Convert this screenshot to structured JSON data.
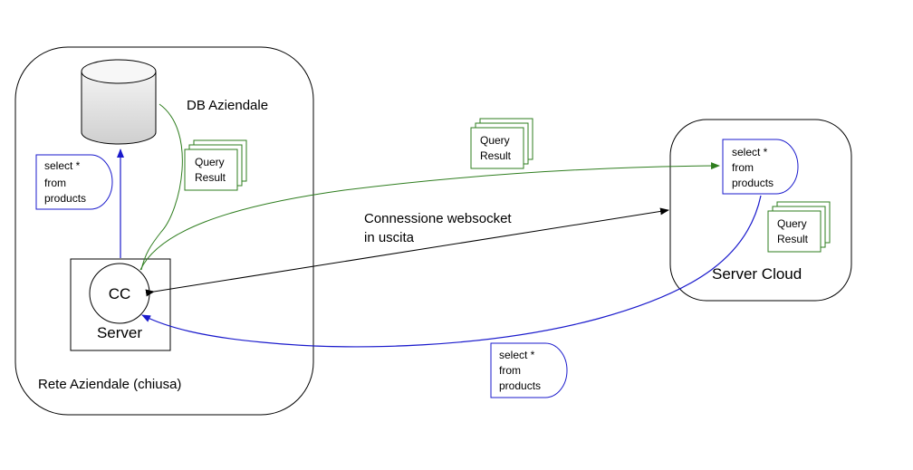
{
  "zones": {
    "corporate_network": {
      "label": "Rete Aziendale (chiusa)",
      "db_label": "DB Aziendale",
      "server_label": "Server",
      "cc_label": "CC"
    },
    "cloud": {
      "label": "Server Cloud"
    }
  },
  "connection": {
    "label_line1": "Connessione websocket",
    "label_line2": "in uscita"
  },
  "query_card": {
    "line1": "select *",
    "line2": "from",
    "line3": "products",
    "color": "#1a1acc"
  },
  "result_stack": {
    "line1": "Query",
    "line2": "Result",
    "color": "#2e7d1e"
  },
  "colors": {
    "query_arrow": "#1a1acc",
    "result_arrow": "#2e7d1e",
    "connection_arrow": "#000000",
    "outline": "#000000",
    "db_fill_top": "#f4f4f4",
    "db_fill_bottom": "#cfcfcf"
  }
}
